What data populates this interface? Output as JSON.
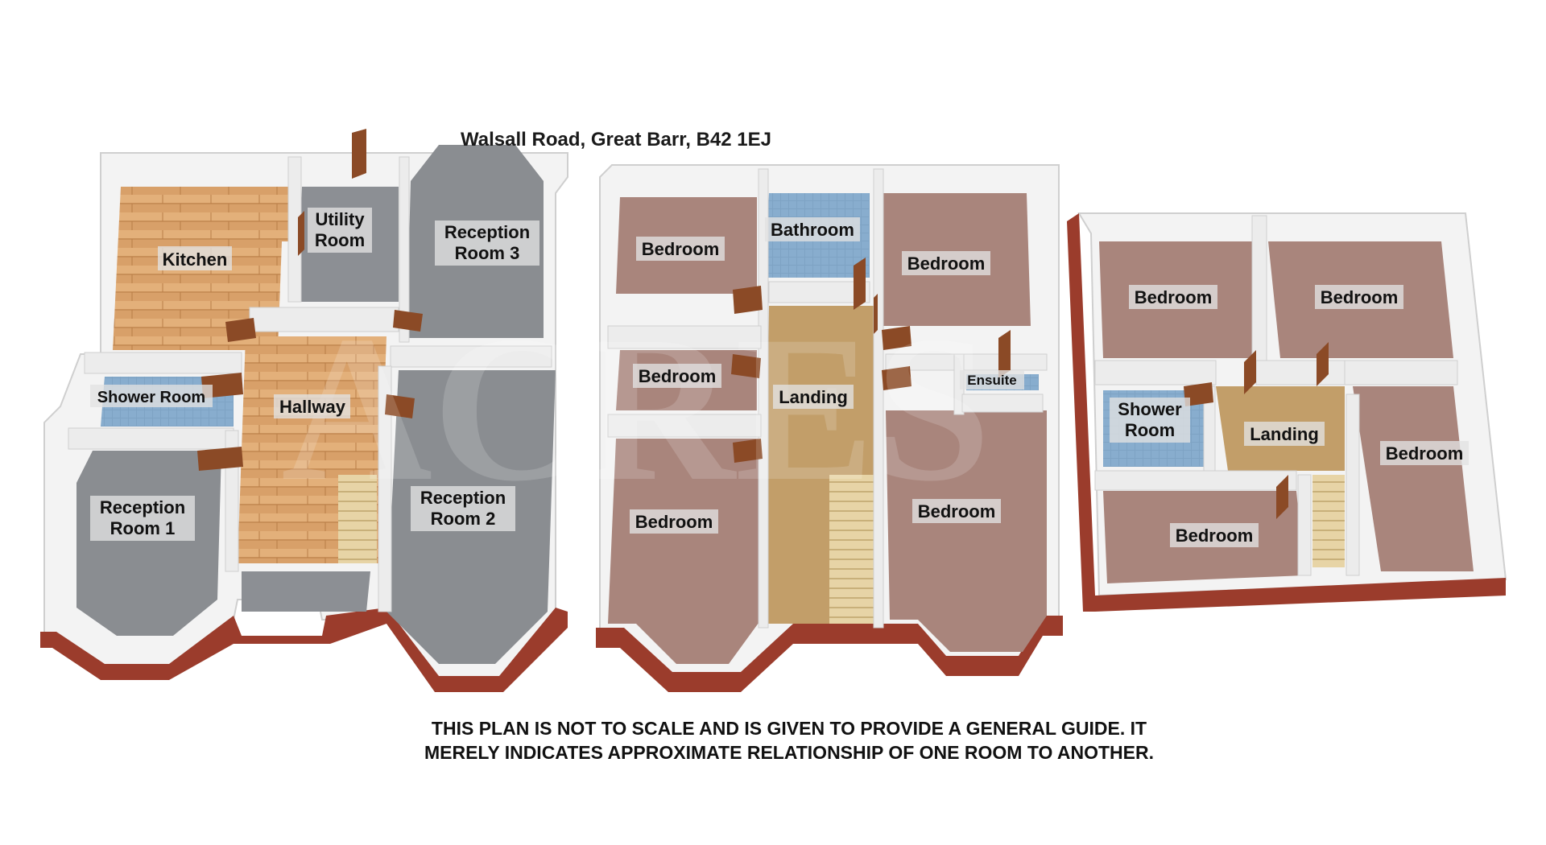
{
  "title": "Walsall Road, Great Barr, B42 1EJ",
  "watermark": "ACRES",
  "disclaimer": "THIS PLAN IS NOT TO SCALE AND IS GIVEN TO PROVIDE A GENERAL GUIDE. IT MERELY INDICATES APPROXIMATE RELATIONSHIP OF ONE ROOM TO ANOTHER.",
  "colors": {
    "wood": "#d9a36b",
    "carpet_grey": "#8a8d91",
    "carpet_brown": "#a9857c",
    "tile_blue": "#7fa4c6",
    "carpet_tan": "#c3a06a",
    "brick": "#9b3c2c",
    "wall": "#f0f0f0"
  },
  "floors": {
    "ground": {
      "rooms": [
        "Kitchen",
        "Utility Room",
        "Reception Room 3",
        "Shower Room",
        "Hallway",
        "Reception Room 1",
        "Reception Room 2"
      ]
    },
    "first": {
      "rooms": [
        "Bedroom",
        "Bathroom",
        "Bedroom",
        "Bedroom",
        "Landing",
        "Ensuite",
        "Bedroom",
        "Bedroom"
      ]
    },
    "second": {
      "rooms": [
        "Bedroom",
        "Bedroom",
        "Shower Room",
        "Landing",
        "Bedroom",
        "Bedroom"
      ]
    }
  }
}
